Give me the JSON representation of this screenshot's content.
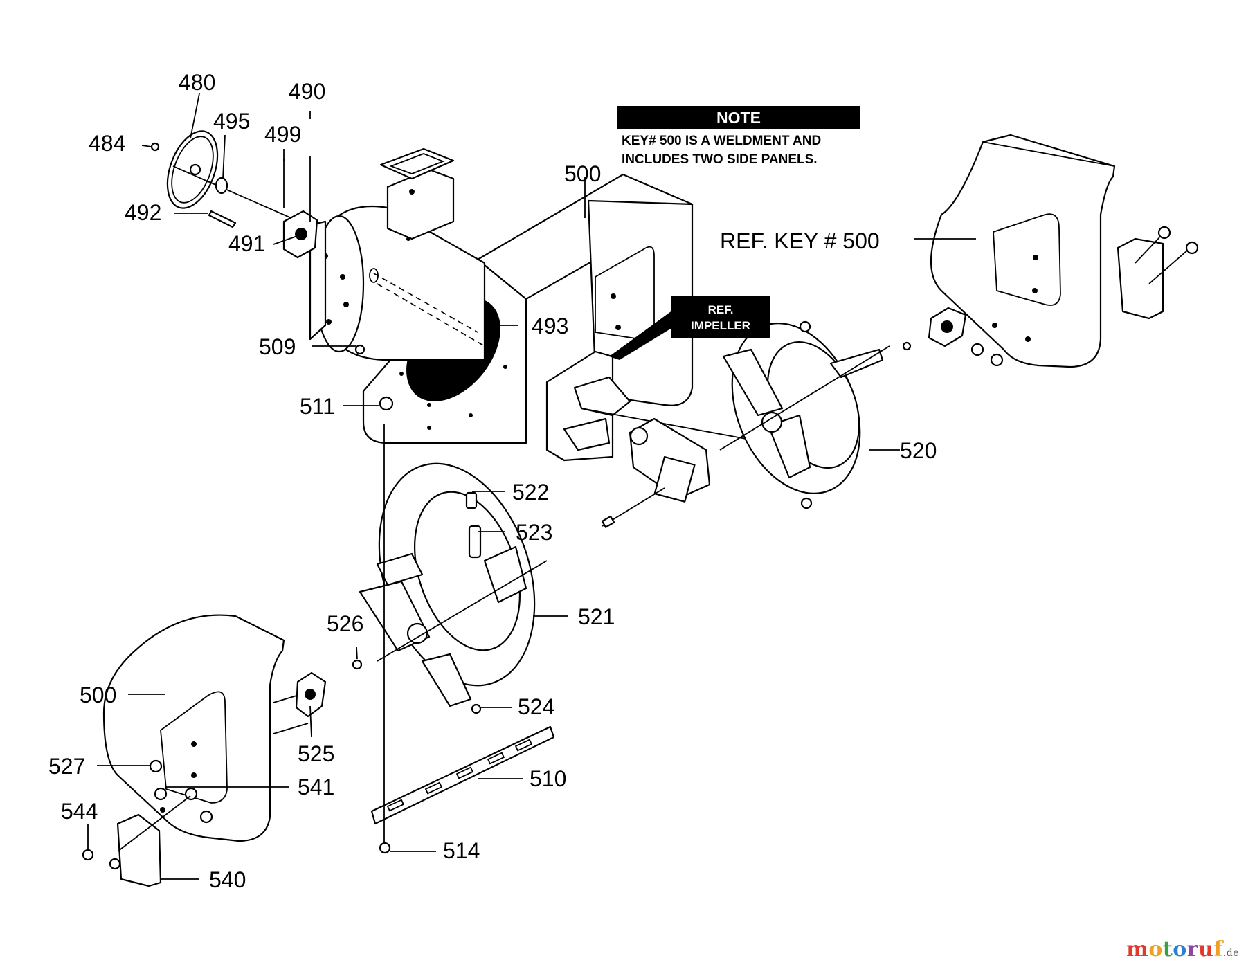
{
  "note": {
    "heading": "NOTE",
    "line1": "KEY# 500 IS A WELDMENT AND",
    "line2": "INCLUDES TWO SIDE PANELS."
  },
  "ref_key_label": "REF. KEY # 500",
  "ref_impeller": {
    "line1": "REF.",
    "line2": "IMPELLER"
  },
  "callouts": {
    "c480": "480",
    "c484": "484",
    "c495": "495",
    "c499": "499",
    "c490": "490",
    "c492": "492",
    "c491": "491",
    "c500_top": "500",
    "c493": "493",
    "c509": "509",
    "c511": "511",
    "c520": "520",
    "c522": "522",
    "c523": "523",
    "c521": "521",
    "c526": "526",
    "c524": "524",
    "c500_left": "500",
    "c525": "525",
    "c527": "527",
    "c541": "541",
    "c510": "510",
    "c544": "544",
    "c514": "514",
    "c540": "540"
  },
  "watermark": {
    "letters": [
      "m",
      "o",
      "t",
      "o",
      "r",
      "u",
      "f"
    ],
    "tld": ".de",
    "colors": [
      "#e03a2f",
      "#f0a020",
      "#3aa040",
      "#2a7fd0",
      "#8e44ad",
      "#e03a2f",
      "#f0a020"
    ]
  }
}
